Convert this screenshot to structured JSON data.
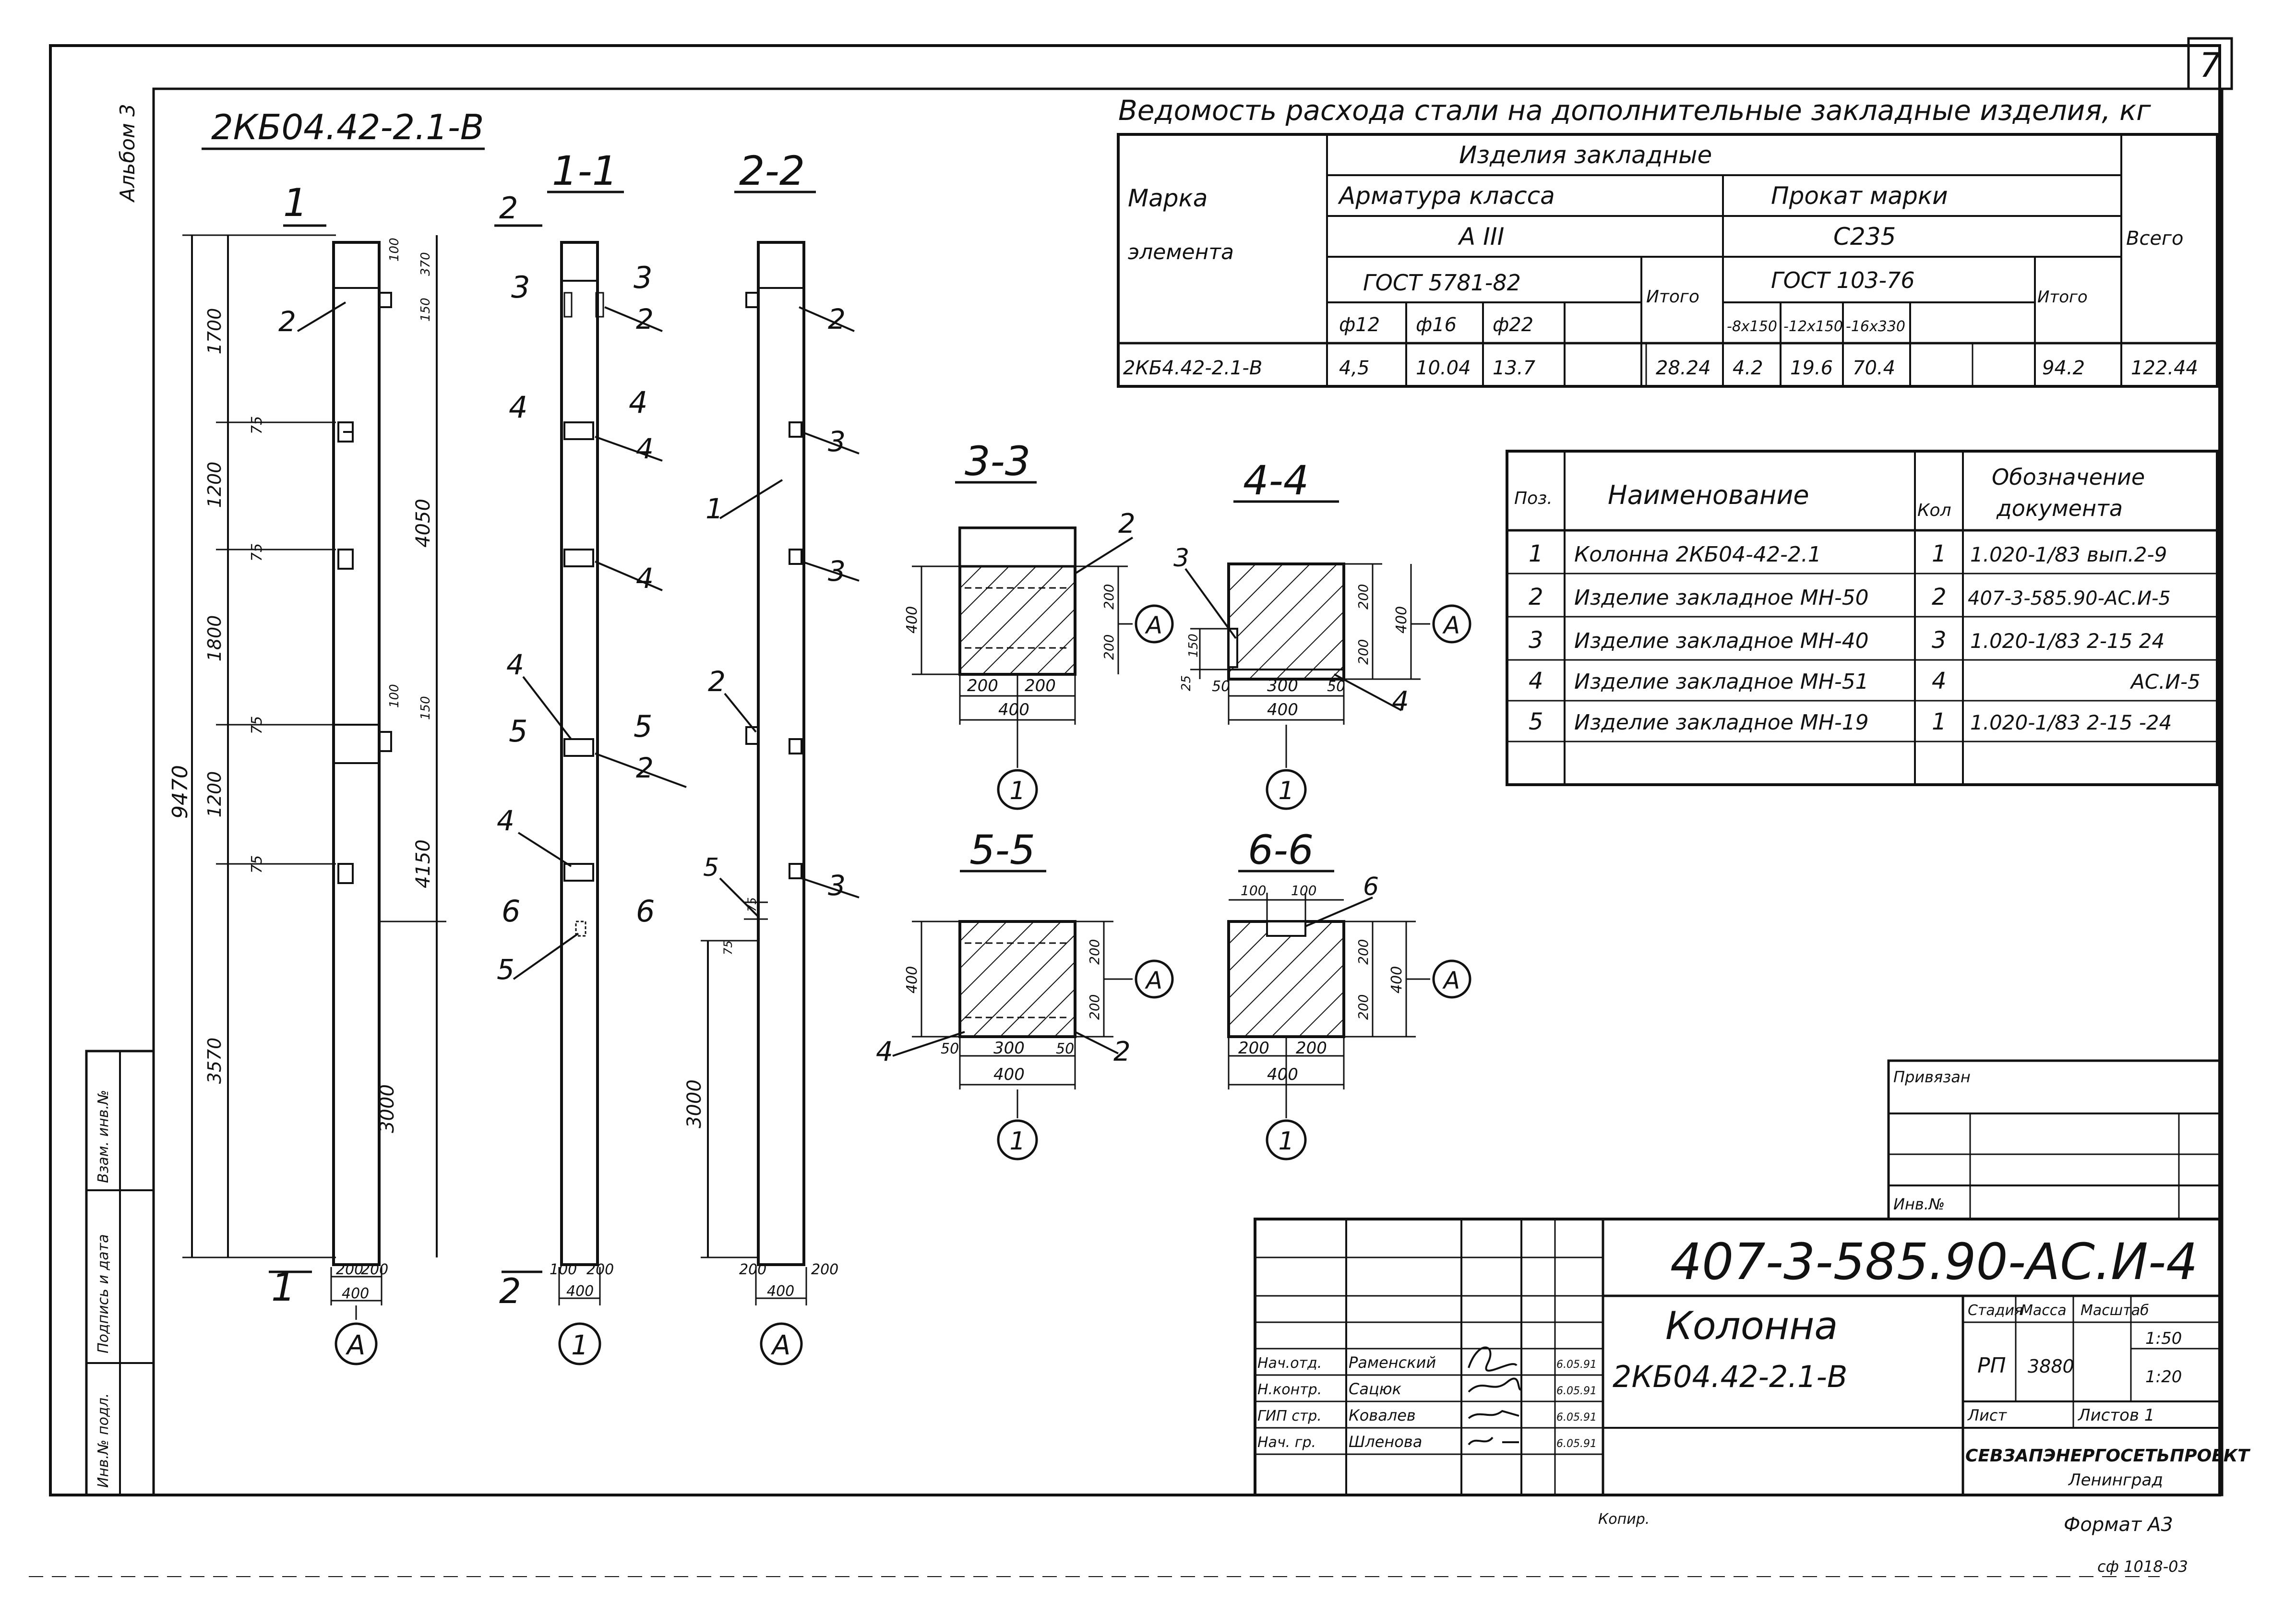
{
  "sheet_number": "7",
  "side_label": "Альбом 3",
  "drawing_mark": "2КБ04.42-2.1-В",
  "sections": {
    "s11": "1-1",
    "s22": "2-2",
    "s33": "3-3",
    "s44": "4-4",
    "s55": "5-5",
    "s66": "6-6"
  },
  "view_cuts": {
    "c1": "1",
    "c2": "2",
    "c3": "3",
    "c4": "4",
    "c5": "5",
    "c6": "6"
  },
  "axis_labels": {
    "A": "А",
    "one": "1"
  },
  "column_dims": {
    "d9470": "9470",
    "d1700": "1700",
    "d1200a": "1200",
    "d1800": "1800",
    "d1200b": "1200",
    "d3570": "3570",
    "d4050": "4050",
    "d4150": "4150",
    "d3000a": "3000",
    "d3000b": "3000",
    "d100": "100",
    "d370": "370",
    "d150": "150",
    "d75": "75",
    "d200l": "200",
    "d200r": "200",
    "d400": "400"
  },
  "callouts": {
    "p1": "1",
    "p2": "2",
    "p3": "3",
    "p4": "4",
    "p5": "5",
    "p6": "6"
  },
  "section_dims": {
    "s400": "400",
    "s200": "200",
    "s300": "300",
    "s50": "50",
    "s150": "150",
    "s25": "25",
    "s100": "100"
  },
  "steel_table": {
    "title": "Ведомость расхода стали на дополнительные закладные изделия, кг",
    "col_mark_a": "Марка",
    "col_mark_b": "элемента",
    "group": "Изделия закладные",
    "rebar": "Арматура класса",
    "rebar_class": "А III",
    "rebar_gost": "ГОСТ 5781-82",
    "d12": "ф12",
    "d16": "ф16",
    "d22": "ф22",
    "itogo1": "Итого",
    "rolled": "Прокат марки",
    "rolled_grade": "С235",
    "rolled_gost": "ГОСТ 103-76",
    "p1": "-8х150",
    "p2": "-12х150",
    "p3": "-16х330",
    "itogo2": "Итого",
    "total": "Всего",
    "row": {
      "mark": "2КБ4.42-2.1-В",
      "v12": "4,5",
      "v16": "10.04",
      "v22": "13.7",
      "sum1": "28.24",
      "r1": "4.2",
      "r2": "19.6",
      "r3": "70.4",
      "sum2": "94.2",
      "total": "122.44"
    }
  },
  "spec_table": {
    "h_pos": "Поз.",
    "h_name": "Наименование",
    "h_qty": "Кол",
    "h_doc_a": "Обозначение",
    "h_doc_b": "документа",
    "rows": [
      {
        "pos": "1",
        "name": "Колонна 2КБ04-42-2.1",
        "qty": "1",
        "doc": "1.020-1/83 вып.2-9"
      },
      {
        "pos": "2",
        "name": "Изделие закладное МН-50",
        "qty": "2",
        "doc": "407-3-585.90-АС.И-5"
      },
      {
        "pos": "3",
        "name": "Изделие закладное МН-40",
        "qty": "3",
        "doc": "1.020-1/83 2-15 24"
      },
      {
        "pos": "4",
        "name": "Изделие закладное МН-51",
        "qty": "4",
        "doc": "АС.И-5"
      },
      {
        "pos": "5",
        "name": "Изделие закладное МН-19",
        "qty": "1",
        "doc": "1.020-1/83 2-15 -24"
      }
    ]
  },
  "stamp": {
    "privyazan": "Привязан",
    "inv": "Инв.№",
    "code": "407-3-585.90-АС.И-4",
    "name_a": "Колонна",
    "name_b": "2КБ04.42-2.1-В",
    "h_stage": "Стадия",
    "h_mass": "Масса",
    "h_scale": "Масштаб",
    "stage": "РП",
    "mass": "3880",
    "scale_a": "1:50",
    "scale_b": "1:20",
    "sheet": "Лист",
    "sheets": "Листов 1",
    "org": "СЕВЗАПЭНЕРГОСЕТЬПРОЕКТ",
    "city": "Ленинград",
    "signers": [
      {
        "role": "Нач.отд.",
        "name": "Раменский",
        "date": "6.05.91"
      },
      {
        "role": "Н.контр.",
        "name": "Сацюк",
        "date": "6.05.91"
      },
      {
        "role": "ГИП стр.",
        "name": "Ковалев",
        "date": "6.05.91"
      },
      {
        "role": "Нач. гр.",
        "name": "Шленова",
        "date": "6.05.91"
      }
    ]
  },
  "left_strip": {
    "a": "Инв.№ подл.",
    "b": "Подпись и дата",
    "c": "Взам. инв.№"
  },
  "copied": "Копир.",
  "format": "Формат А3",
  "corner_note": "сф 1018-03",
  "colors": {
    "ink": "#111111",
    "paper": "#ffffff"
  }
}
